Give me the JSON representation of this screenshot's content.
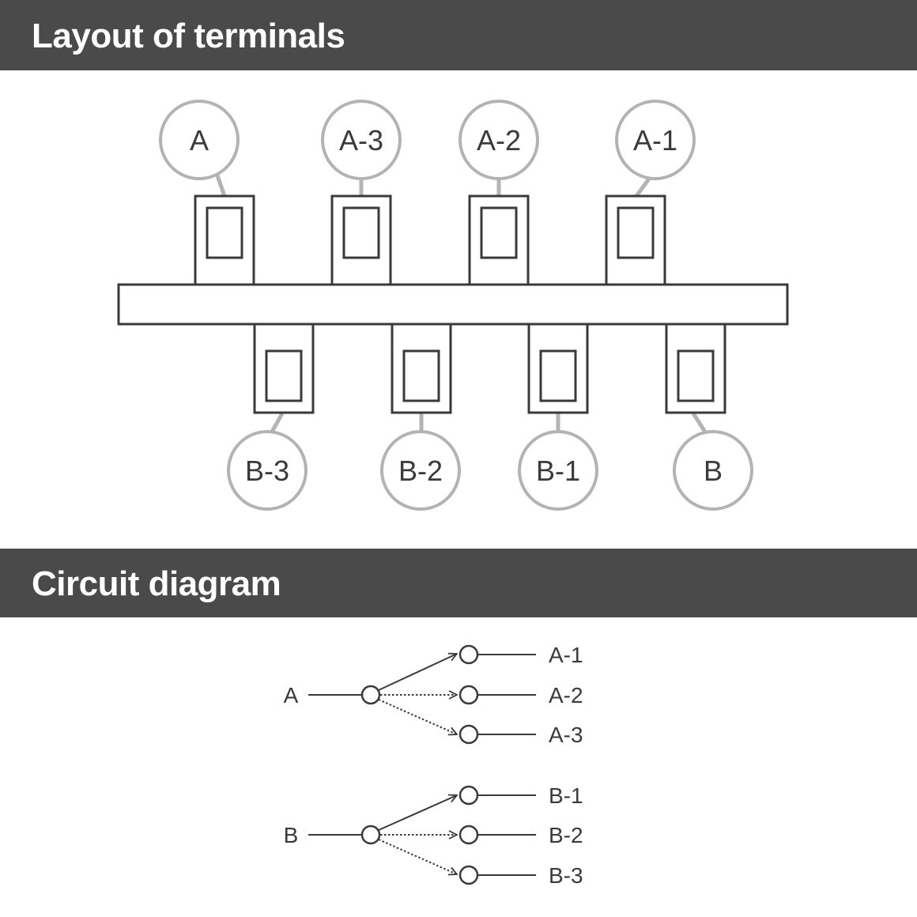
{
  "sections": {
    "layout_title": "Layout of terminals",
    "circuit_title": "Circuit diagram"
  },
  "terminals": {
    "top": [
      "A",
      "A-3",
      "A-2",
      "A-1"
    ],
    "bottom": [
      "B-3",
      "B-2",
      "B-1",
      "B"
    ]
  },
  "circuit": {
    "a_input": "A",
    "a_outputs": [
      "A-1",
      "A-2",
      "A-3"
    ],
    "b_input": "B",
    "b_outputs": [
      "B-1",
      "B-2",
      "B-3"
    ]
  },
  "colors": {
    "header_bg": "#4a4a4a",
    "line": "#3a3a3a",
    "bubble": "#b3b3b3"
  }
}
